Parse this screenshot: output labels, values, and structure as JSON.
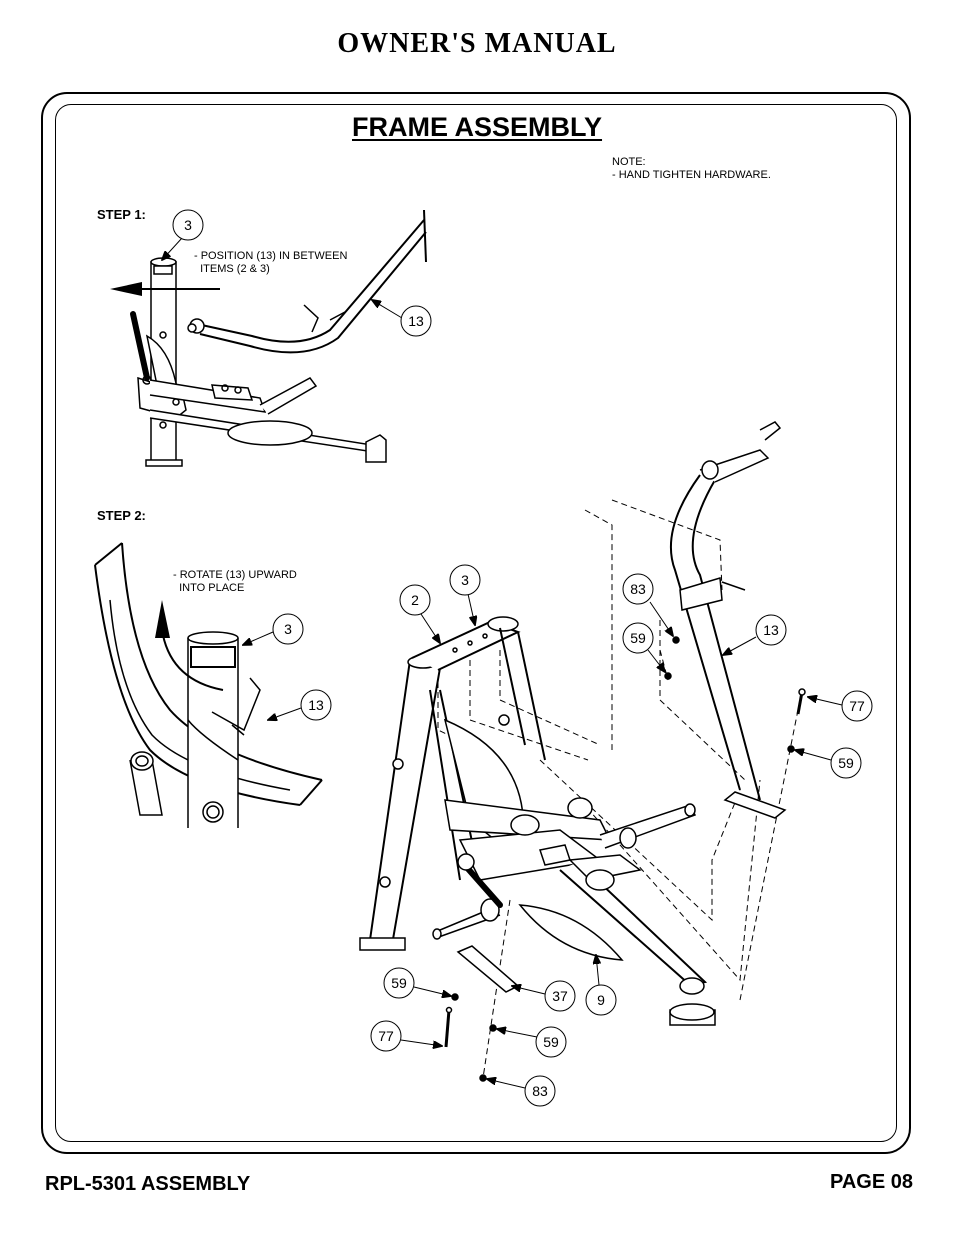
{
  "header": {
    "title": "OWNER'S MANUAL"
  },
  "section": {
    "title": "FRAME ASSEMBLY"
  },
  "note": {
    "line1": "NOTE:",
    "line2": "-  HAND TIGHTEN HARDWARE."
  },
  "step1": {
    "label": "STEP 1:",
    "instruction": "- POSITION (13) IN BETWEEN\n  ITEMS (2 & 3)"
  },
  "step2": {
    "label": "STEP 2:",
    "instruction": "- ROTATE (13) UPWARD\n  INTO PLACE"
  },
  "callouts": {
    "s1_3": "3",
    "s1_13": "13",
    "s2_3": "3",
    "s2_13": "13",
    "m_2": "2",
    "m_3": "3",
    "m_83a": "83",
    "m_59a": "59",
    "m_13": "13",
    "m_77a": "77",
    "m_59b": "59",
    "m_59c": "59",
    "m_37": "37",
    "m_9": "9",
    "m_77b": "77",
    "m_59d": "59",
    "m_83b": "83"
  },
  "footer": {
    "model": "RPL-5301 ASSEMBLY",
    "page": "PAGE 08"
  }
}
